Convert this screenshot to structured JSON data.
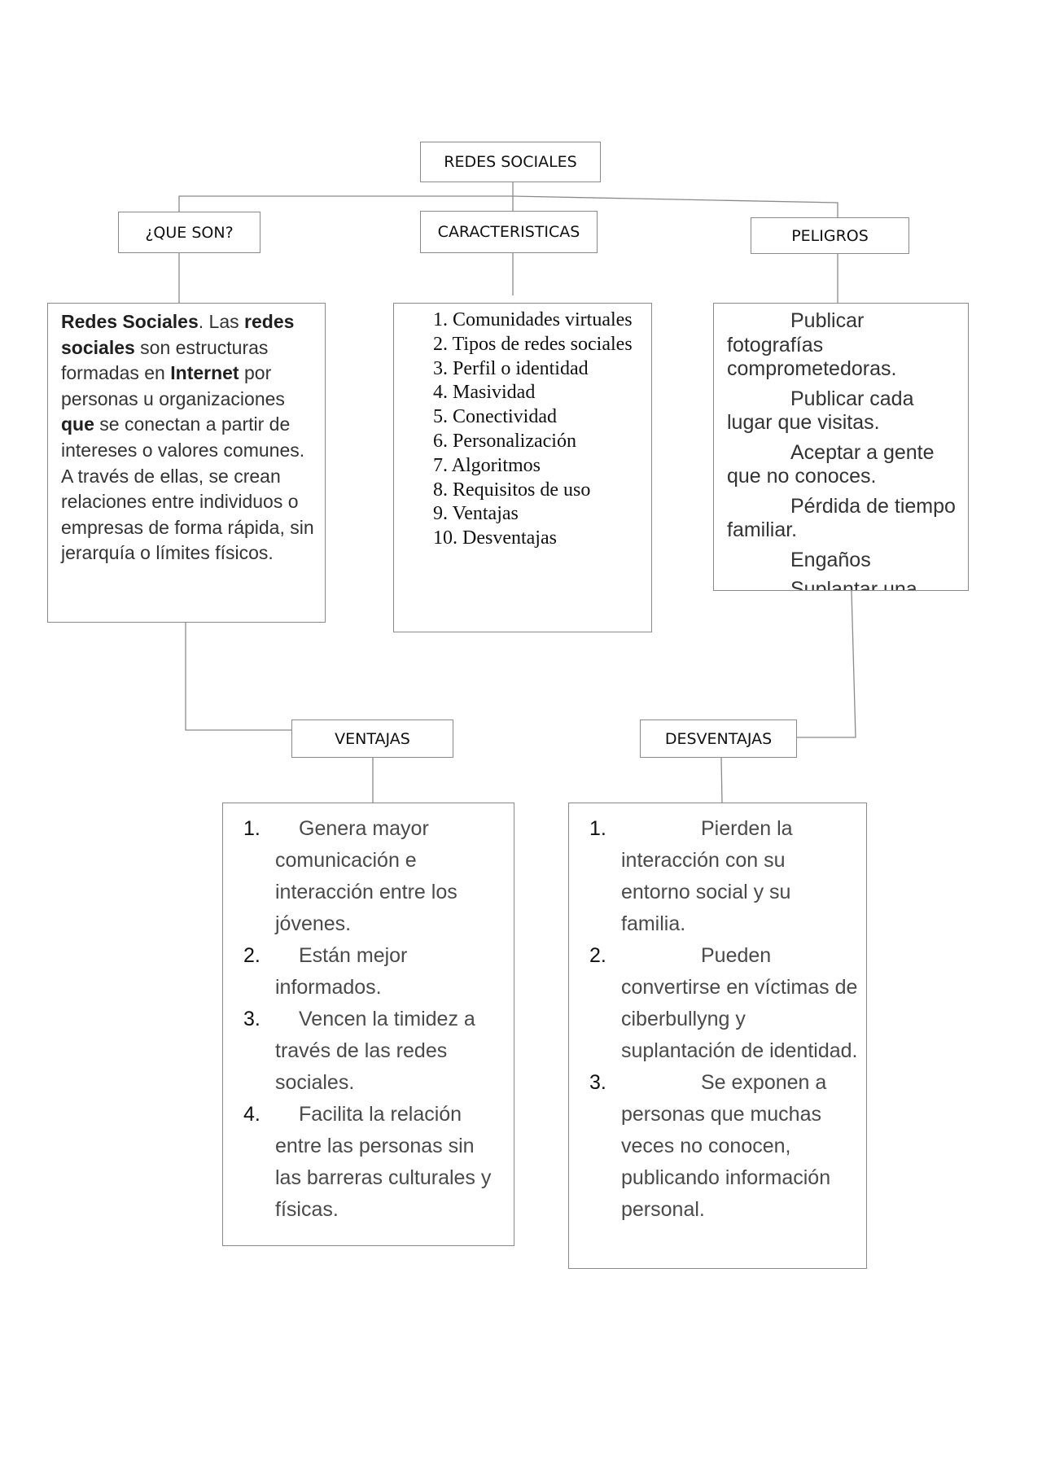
{
  "diagram": {
    "title": "REDES SOCIALES",
    "branches": {
      "que_son": "¿QUE SON?",
      "caracteristicas": "CARACTERISTICAS",
      "peligros": "PELIGROS"
    },
    "definition": {
      "part1_bold": "Redes Sociales",
      "part2": ". Las ",
      "part3_bold": "redes sociales",
      "part4": " son estructuras formadas en ",
      "part5_bold": "Internet",
      "part6": " por personas u organizaciones ",
      "part7_bold": "que",
      "part8": " se conectan a partir de intereses o valores comunes. A través de ellas, se crean relaciones entre individuos o empresas de forma rápida, sin jerarquía o límites físicos."
    },
    "caracteristicas_list": [
      "1. Comunidades virtuales",
      "2. Tipos de redes sociales",
      "3. Perfil o identidad",
      "4. Masividad",
      "5. Conectividad",
      "6. Personalización",
      "7. Algoritmos",
      "8. Requisitos de uso",
      "9. Ventajas",
      "10. Desventajas"
    ],
    "peligros_list": [
      "Publicar fotografías comprometedoras.",
      "Publicar cada lugar que visitas.",
      "Aceptar a gente que no conoces.",
      "Pérdida de tiempo familiar.",
      "Engaños",
      "Suplantar una identidad"
    ],
    "ventajas_label": "VENTAJAS",
    "desventajas_label": "DESVENTAJAS",
    "ventajas_list": [
      {
        "num": "1.",
        "text": "Genera mayor comunicación e interacción entre los jóvenes."
      },
      {
        "num": "2.",
        "text": "Están mejor informados."
      },
      {
        "num": "3.",
        "text": "Vencen la timidez a través de las redes sociales."
      },
      {
        "num": "4.",
        "text": "Facilita la relación entre las personas sin las barreras culturales y físicas."
      }
    ],
    "desventajas_list": [
      {
        "num": "1.",
        "text": "Pierden la interacción con su entorno social y su familia."
      },
      {
        "num": "2.",
        "text": "Pueden convertirse en víctimas de ciberbullyng y suplantación de identidad."
      },
      {
        "num": "3.",
        "text": "Se exponen a personas que muchas veces no conocen, publicando información personal."
      }
    ]
  }
}
